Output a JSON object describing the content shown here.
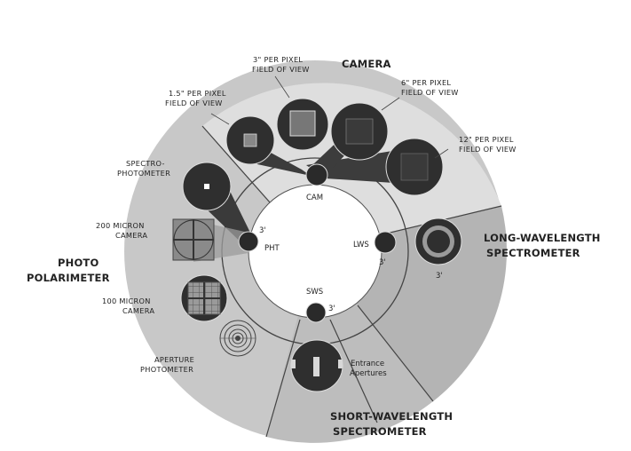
{
  "instruments": {
    "camera": {
      "title": "CAMERA",
      "center_label": "CAM"
    },
    "lws": {
      "title_line1": "LONG-WAVELENGTH",
      "title_line2": "SPECTROMETER",
      "center_label": "LWS",
      "angle_small": "3'",
      "angle_big": "3'"
    },
    "sws": {
      "title_line1": "SHORT-WAVELENGTH",
      "title_line2": "SPECTROMETER",
      "center_label": "SWS",
      "angle": "3'",
      "entrance_line1": "Entrance",
      "entrance_line2": "Apertures"
    },
    "pht": {
      "title_line1": "PHOTO",
      "title_line2": "POLARIMETER",
      "center_label": "PHT",
      "angle": "3'"
    }
  },
  "camera_fields": [
    {
      "line1": "1.5\" PER PIXEL",
      "line2": "FIELD OF VIEW"
    },
    {
      "line1": "3\" PER PIXEL",
      "line2": "FIELD OF VIEW"
    },
    {
      "line1": "6\" PER PIXEL",
      "line2": "FIELD OF VIEW"
    },
    {
      "line1": "12\" PER PIXEL",
      "line2": "FIELD OF VIEW"
    }
  ],
  "pht_modes": [
    {
      "line1": "SPECTRO-",
      "line2": "PHOTOMETER"
    },
    {
      "line1": "200 MICRON",
      "line2": "CAMERA"
    },
    {
      "line1": "100 MICRON",
      "line2": "CAMERA"
    },
    {
      "line1": "APERTURE",
      "line2": "PHOTOMETER"
    }
  ],
  "colors": {
    "ring_light": "#c8c8c8",
    "ring_mid": "#b0b0b0",
    "camera_sector": "#dedede",
    "dark": "#2a2a2a",
    "beam": "#3a3a3a",
    "line": "#333333"
  }
}
